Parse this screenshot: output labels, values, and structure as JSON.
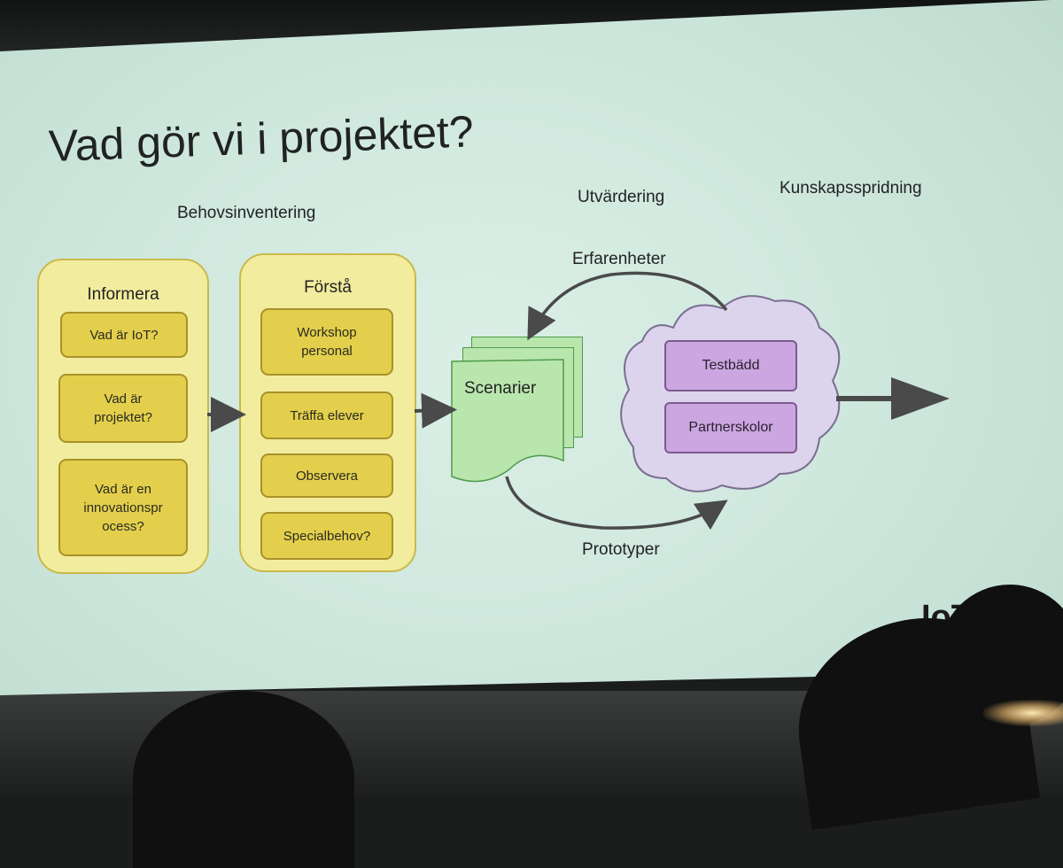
{
  "slide": {
    "title": "Vad gör vi i projektet?",
    "phase_labels": {
      "behovsinventering": "Behovsinventering",
      "utvardering": "Utvärdering",
      "kunskapsspridning": "Kunskapsspridning"
    },
    "informera": {
      "header": "Informera",
      "items": [
        "Vad är IoT?",
        "Vad är\nprojektet?",
        "Vad är en\ninnovationspr\nocess?"
      ]
    },
    "forsta": {
      "header": "Förstå",
      "items": [
        "Workshop\npersonal",
        "Träffa elever",
        "Observera",
        "Specialbehov?"
      ]
    },
    "scenarier": "Scenarier",
    "cloud": {
      "items": [
        "Testbädd",
        "Partnerskolor"
      ]
    },
    "arrow_labels": {
      "top": "Erfarenheter",
      "bottom": "Prototyper"
    },
    "logo": "IoT"
  },
  "colors": {
    "slide_background": "#cfe8de",
    "panel_fill": "#f2ec9e",
    "item_fill": "#e3cf4c",
    "scenario_fill": "#b9e6ad",
    "cloud_fill": "#dcd3ec",
    "cloud_item_fill": "#cba6e0",
    "arrow": "#4a4a4a"
  }
}
